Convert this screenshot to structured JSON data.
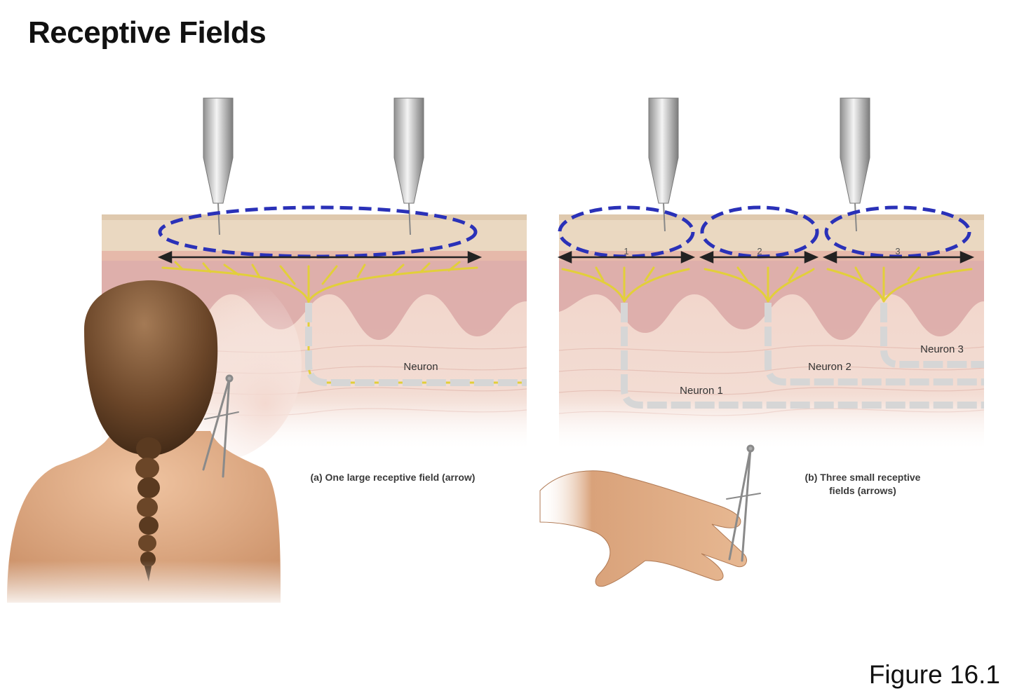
{
  "title": "Receptive Fields",
  "figure_label": "Figure 16.1",
  "panel_a": {
    "caption": "(a) One large receptive field (arrow)",
    "neuron_label": "Neuron"
  },
  "panel_b": {
    "caption_line1": "(b) Three small receptive",
    "caption_line2": "fields (arrows)",
    "neuron_labels": [
      "Neuron 1",
      "Neuron 2",
      "Neuron 3"
    ],
    "field_numbers": [
      "1",
      "2",
      "3"
    ]
  },
  "colors": {
    "field_outline": "#2a31b8",
    "nerve_endings": "#e4d33c",
    "epidermis": "#ead8c0",
    "dermis": "#f2d8cf",
    "papillae": "#dca9a9",
    "myelin": "#d9d9d9",
    "skin": "#d8a47c",
    "hair": "#5a3b24"
  },
  "icons": [
    "probe-icon",
    "caliper-icon"
  ]
}
